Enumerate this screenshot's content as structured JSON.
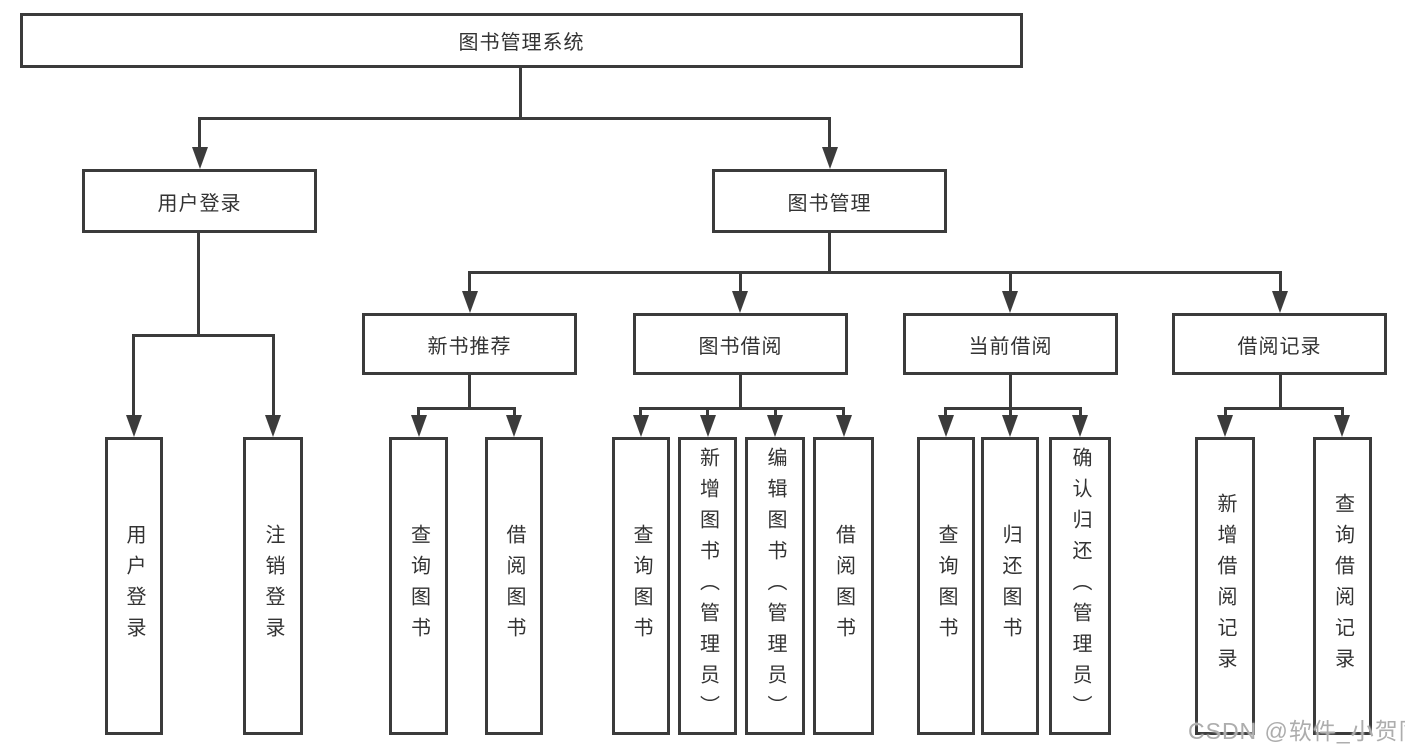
{
  "diagram": {
    "title": "图书管理系统",
    "nodes": {
      "root": "图书管理系统",
      "user_login": "用户登录",
      "book_mgmt": "图书管理",
      "new_books": "新书推荐",
      "book_borrow": "图书借阅",
      "current_borrow": "当前借阅",
      "borrow_records": "借阅记录"
    },
    "leaves": [
      "用户登录",
      "注销登录",
      "查询图书",
      "借阅图书",
      "查询图书",
      "新增图书（管理员）",
      "编辑图书（管理员）",
      "借阅图书",
      "查询图书",
      "归还图书",
      "确认归还（管理员）",
      "新增借阅记录",
      "查询借阅记录"
    ]
  },
  "colors": {
    "line": "#3b3b3b",
    "text": "#333333",
    "box_fill": "#ffffff",
    "background": "#ffffff",
    "watermark": "#adadad"
  },
  "watermark": {
    "text": "CSDN @软件_小贺同学"
  }
}
